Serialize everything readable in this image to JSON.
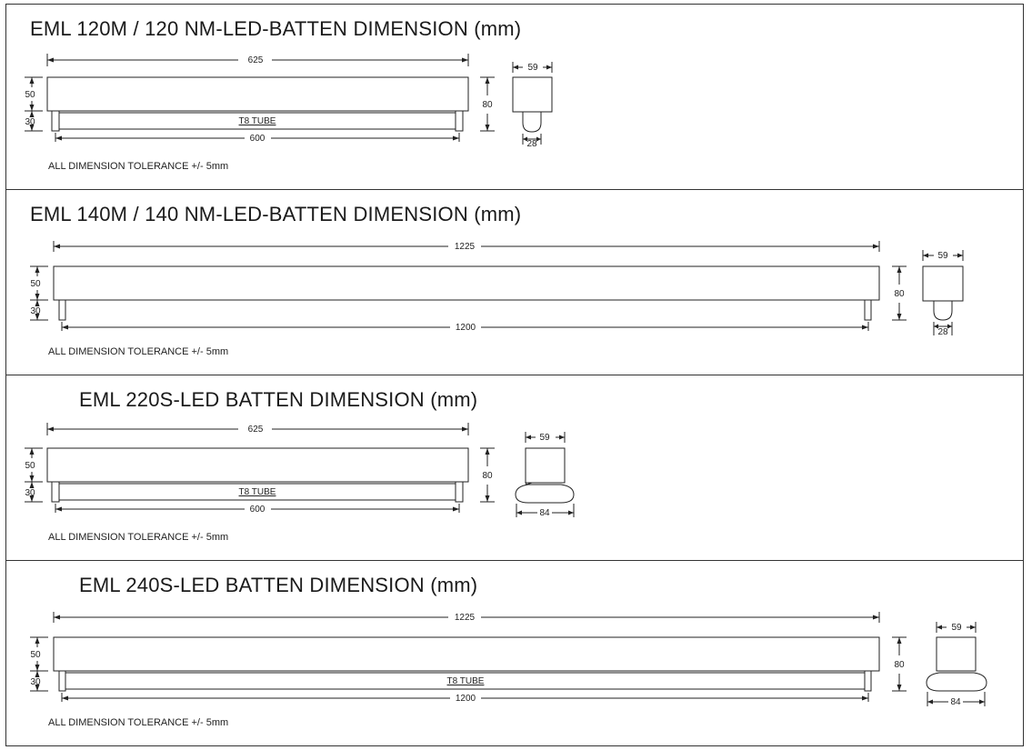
{
  "tolerance_note": "ALL DIMENSION TOLERANCE +/- 5mm",
  "panels": [
    {
      "title": "EML 120M / 120 NM-LED-BATTEN DIMENSION (mm)",
      "length_overall": "625",
      "length_tube": "600",
      "height_body": "50",
      "height_foot": "30",
      "height_total": "80",
      "side_width": "59",
      "side_bottom": "28",
      "tube_label": "T8 TUBE"
    },
    {
      "title": "EML 140M / 140 NM-LED-BATTEN DIMENSION (mm)",
      "length_overall": "1225",
      "length_tube": "1200",
      "height_body": "50",
      "height_foot": "30",
      "height_total": "80",
      "side_width": "59",
      "side_bottom": "28",
      "tube_label": ""
    },
    {
      "title": "EML 220S-LED BATTEN DIMENSION (mm)",
      "length_overall": "625",
      "length_tube": "600",
      "height_body": "50",
      "height_foot": "30",
      "height_total": "80",
      "side_width": "59",
      "side_bottom": "84",
      "tube_label": "T8 TUBE"
    },
    {
      "title": "EML 240S-LED BATTEN DIMENSION (mm)",
      "length_overall": "1225",
      "length_tube": "1200",
      "height_body": "50",
      "height_foot": "30",
      "height_total": "80",
      "side_width": "59",
      "side_bottom": "84",
      "tube_label": "T8 TUBE"
    }
  ]
}
